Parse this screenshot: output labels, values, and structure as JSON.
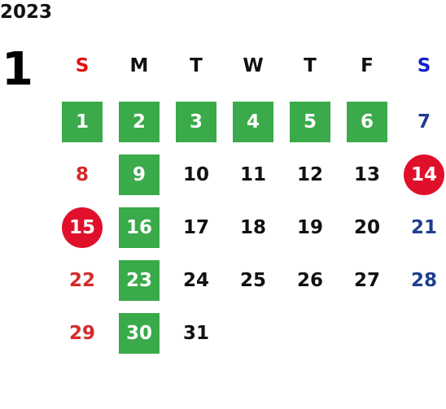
{
  "calendar": {
    "year": "2023",
    "month": "1",
    "weekdays": [
      {
        "label": "S",
        "color": "#e01010"
      },
      {
        "label": "M",
        "color": "#111111"
      },
      {
        "label": "T",
        "color": "#111111"
      },
      {
        "label": "W",
        "color": "#111111"
      },
      {
        "label": "T",
        "color": "#111111"
      },
      {
        "label": "F",
        "color": "#111111"
      },
      {
        "label": "S",
        "color": "#1020d0"
      }
    ],
    "weeks": [
      [
        {
          "day": "1",
          "style": "green"
        },
        {
          "day": "2",
          "style": "green"
        },
        {
          "day": "3",
          "style": "green"
        },
        {
          "day": "4",
          "style": "green"
        },
        {
          "day": "5",
          "style": "green"
        },
        {
          "day": "6",
          "style": "green"
        },
        {
          "day": "7",
          "style": "sat"
        }
      ],
      [
        {
          "day": "8",
          "style": "sun"
        },
        {
          "day": "9",
          "style": "green"
        },
        {
          "day": "10",
          "style": "wk"
        },
        {
          "day": "11",
          "style": "wk"
        },
        {
          "day": "12",
          "style": "wk"
        },
        {
          "day": "13",
          "style": "wk"
        },
        {
          "day": "14",
          "style": "circle"
        }
      ],
      [
        {
          "day": "15",
          "style": "circle"
        },
        {
          "day": "16",
          "style": "green"
        },
        {
          "day": "17",
          "style": "wk"
        },
        {
          "day": "18",
          "style": "wk"
        },
        {
          "day": "19",
          "style": "wk"
        },
        {
          "day": "20",
          "style": "wk"
        },
        {
          "day": "21",
          "style": "sat"
        }
      ],
      [
        {
          "day": "22",
          "style": "sun"
        },
        {
          "day": "23",
          "style": "green"
        },
        {
          "day": "24",
          "style": "wk"
        },
        {
          "day": "25",
          "style": "wk"
        },
        {
          "day": "26",
          "style": "wk"
        },
        {
          "day": "27",
          "style": "wk"
        },
        {
          "day": "28",
          "style": "sat"
        }
      ],
      [
        {
          "day": "29",
          "style": "sun"
        },
        {
          "day": "30",
          "style": "green"
        },
        {
          "day": "31",
          "style": "wk"
        }
      ]
    ],
    "colors": {
      "closed_green": "#3aaa4a",
      "holiday_red": "#e0102a",
      "sunday_text": "#d42a2a",
      "saturday_text": "#1e3f8f"
    }
  }
}
